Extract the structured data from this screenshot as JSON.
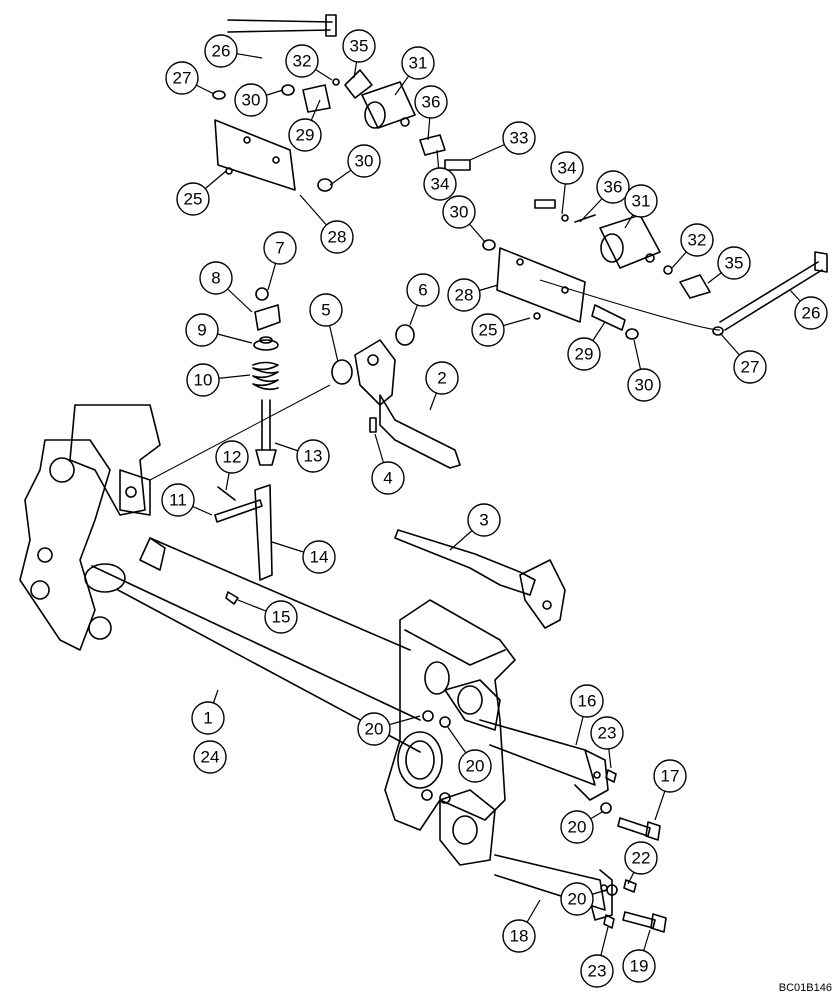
{
  "reference_code": "BC01B146",
  "callouts": [
    {
      "label": "26"
    },
    {
      "label": "27"
    },
    {
      "label": "30"
    },
    {
      "label": "32"
    },
    {
      "label": "35"
    },
    {
      "label": "31"
    },
    {
      "label": "29"
    },
    {
      "label": "36"
    },
    {
      "label": "30"
    },
    {
      "label": "25"
    },
    {
      "label": "28"
    },
    {
      "label": "33"
    },
    {
      "label": "34"
    },
    {
      "label": "34"
    },
    {
      "label": "36"
    },
    {
      "label": "31"
    },
    {
      "label": "30"
    },
    {
      "label": "32"
    },
    {
      "label": "35"
    },
    {
      "label": "28"
    },
    {
      "label": "25"
    },
    {
      "label": "29"
    },
    {
      "label": "30"
    },
    {
      "label": "27"
    },
    {
      "label": "26"
    },
    {
      "label": "7"
    },
    {
      "label": "8"
    },
    {
      "label": "9"
    },
    {
      "label": "10"
    },
    {
      "label": "5"
    },
    {
      "label": "6"
    },
    {
      "label": "2"
    },
    {
      "label": "4"
    },
    {
      "label": "13"
    },
    {
      "label": "12"
    },
    {
      "label": "11"
    },
    {
      "label": "14"
    },
    {
      "label": "3"
    },
    {
      "label": "15"
    },
    {
      "label": "1"
    },
    {
      "label": "24"
    },
    {
      "label": "20"
    },
    {
      "label": "20"
    },
    {
      "label": "16"
    },
    {
      "label": "23"
    },
    {
      "label": "17"
    },
    {
      "label": "20"
    },
    {
      "label": "22"
    },
    {
      "label": "20"
    },
    {
      "label": "18"
    },
    {
      "label": "19"
    },
    {
      "label": "23"
    }
  ]
}
